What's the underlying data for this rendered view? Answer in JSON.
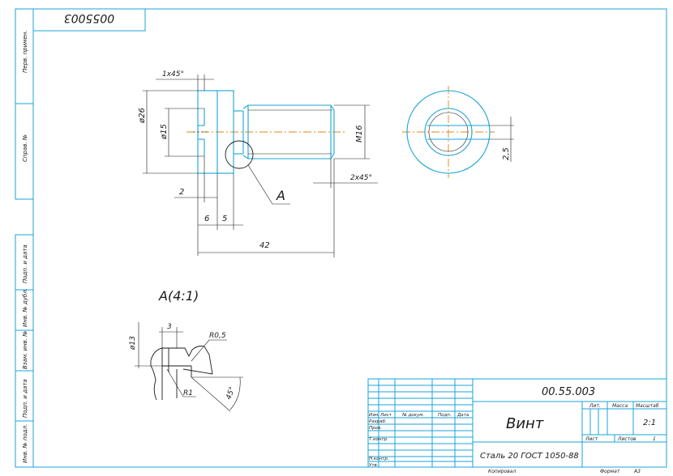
{
  "stamp_top": "0055003",
  "side_labels": [
    "Перв. примен.",
    "Справ. №",
    "Подп. и дата",
    "Инв. № дубл.",
    "Взам. инв. №",
    "Подп. и дата",
    "Инв. № подл."
  ],
  "dimensions": {
    "chamfer_left": "1x45°",
    "dia_26": "ø26",
    "dia_15": "ø15",
    "thread": "M16",
    "chamfer_right": "2x45°",
    "len_2": "2",
    "len_6": "6",
    "len_5": "5",
    "len_42": "42",
    "end_25": "2,5"
  },
  "callout": "A",
  "detail": {
    "title": "A(4:1)",
    "dia_13": "ø13",
    "len_3": "3",
    "r05": "R0,5",
    "r1": "R1",
    "angle": "45°"
  },
  "title_block": {
    "designation": "00.55.003",
    "part_name": "Винт",
    "material": "Сталь 20  ГОСТ 1050-88",
    "col_lit": "Лит.",
    "col_mass": "Масса",
    "col_scale": "Масштаб",
    "scale_value": "2:1",
    "sheet_label": "Лист",
    "sheets_label": "Листов",
    "sheets_value": "1",
    "hdr_izm": "Изм.",
    "hdr_list": "Лист",
    "hdr_doc": "№ докум.",
    "hdr_sign": "Подп.",
    "hdr_date": "Дата",
    "role_razrab": "Разраб.",
    "role_prov": "Пров.",
    "role_tkontr": "Т.контр.",
    "role_nkontr": "Н.контр.",
    "role_utv": "Утв."
  },
  "footer": {
    "copied": "Копировал",
    "format": "Формат",
    "format_value": "A3"
  }
}
